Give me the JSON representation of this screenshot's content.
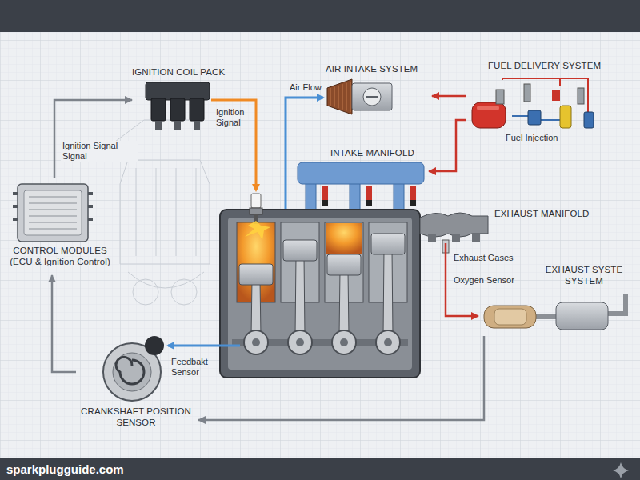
{
  "diagram": {
    "nodes": [
      {
        "text": [
          "IGNITION COIL PACK"
        ]
      },
      {
        "text": [
          "AIR INTAKE SYSTEM"
        ]
      },
      {
        "text": [
          "FUEL DELIVERY SYSTEM"
        ]
      },
      {
        "text": [
          "INTAKE MANIFOLD"
        ]
      },
      {
        "text": [
          "CONTROL MODULES (ECU & Ignition Control)"
        ]
      },
      {
        "text": [
          "EXHAUST MANIFOLD"
        ]
      },
      {
        "text": [
          "EXHAUST SYSTE SYSTEM"
        ]
      },
      {
        "text": [
          "CRANKSHAFT POSITION SENSOR"
        ]
      }
    ],
    "edges": [
      {
        "from": 4,
        "to": 0,
        "label": "Ignition Signal Signal",
        "arrow": "to"
      },
      {
        "from": 2,
        "to": 1,
        "arrow": "to"
      },
      {
        "from": 2,
        "to": 3,
        "arrow": "to"
      },
      {
        "from": 5,
        "to": 6,
        "arrow": "to"
      },
      {
        "from": 6,
        "to": 7,
        "arrow": "to"
      },
      {
        "from": 7,
        "to": 4,
        "arrow": "to"
      }
    ],
    "labels": [
      "Air Flow",
      "Ignition Signal",
      "Fuel Injection",
      "Exhaust Gases",
      "Oxygen Sensor",
      "Feedbakt Sensor",
      "sparkplugguide.com"
    ]
  }
}
